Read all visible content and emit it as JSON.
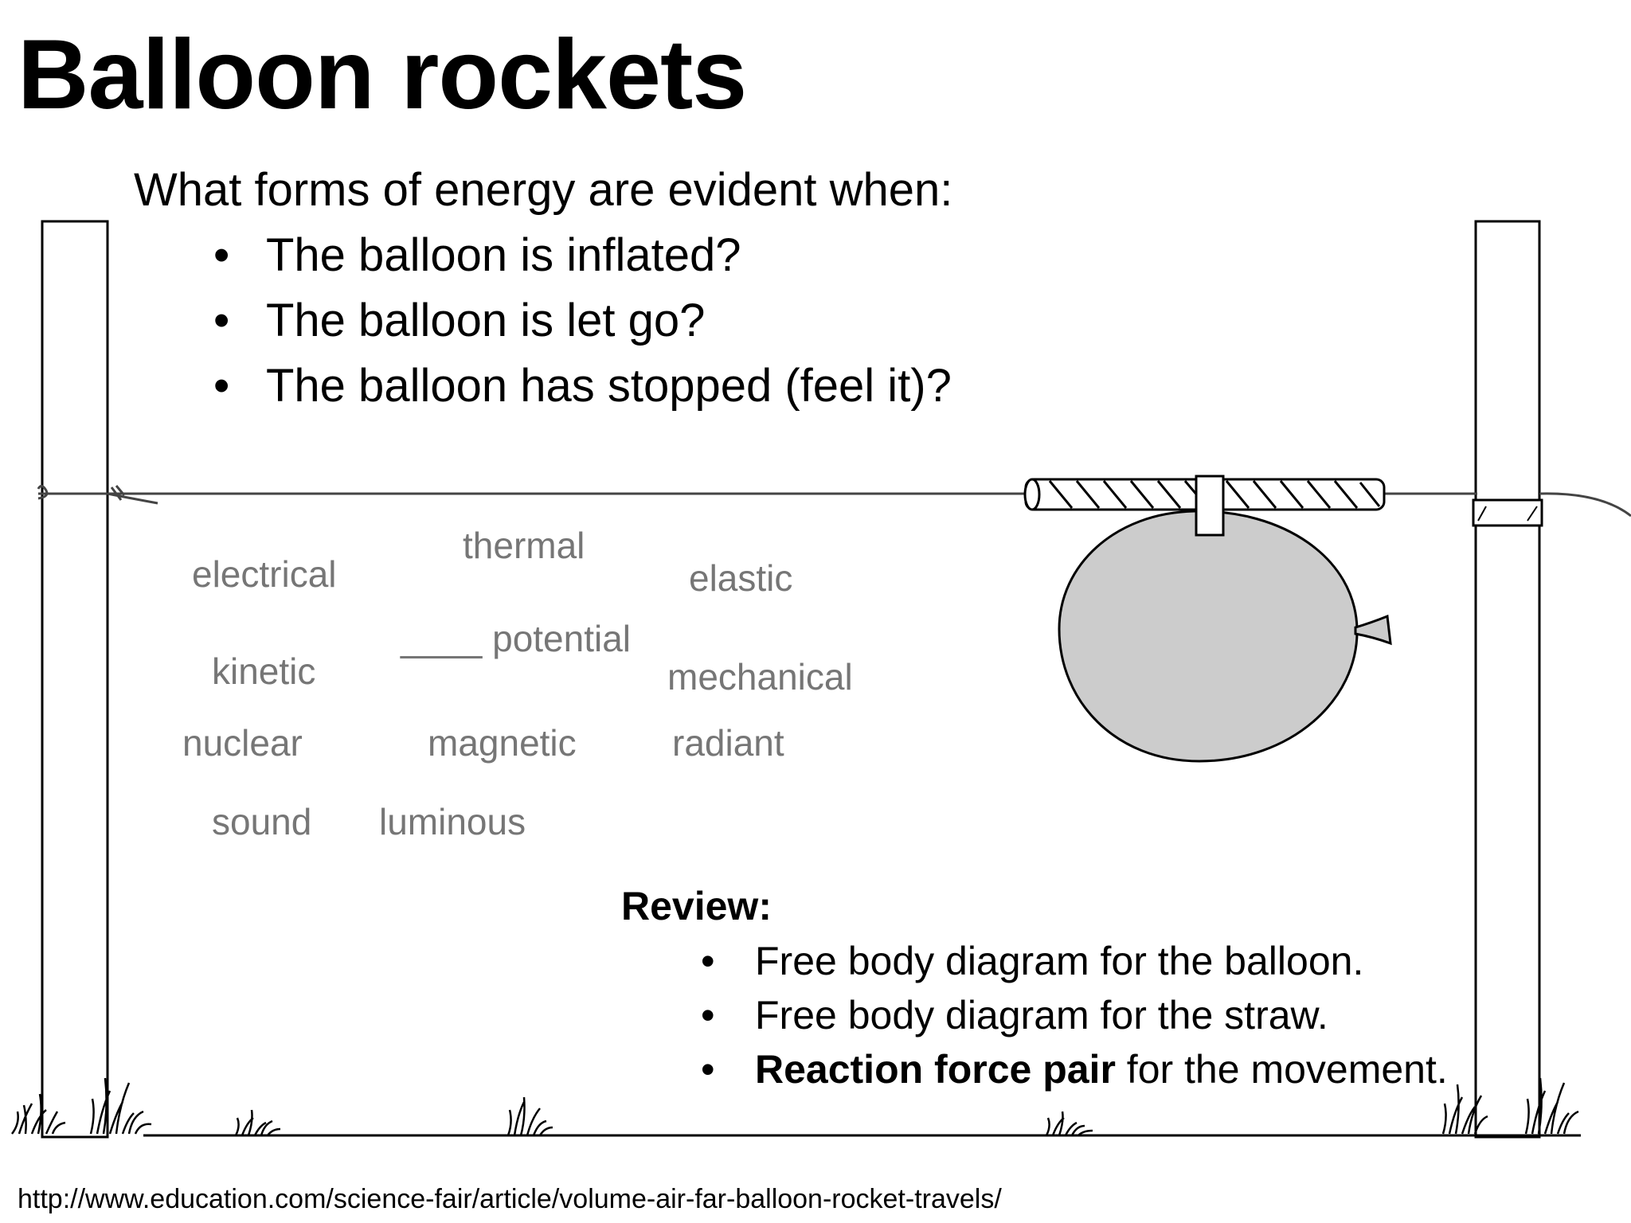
{
  "slide": {
    "title": "Balloon rockets",
    "question": "What forms of energy are evident when:",
    "question_items": [
      "The balloon is inflated?",
      "The balloon is let go?",
      "The balloon has stopped (feel it)?"
    ],
    "bullet": "•",
    "energy_words": {
      "thermal": "thermal",
      "electrical": "electrical",
      "elastic": "elastic",
      "potential": "____ potential",
      "kinetic": "kinetic",
      "mechanical": "mechanical",
      "nuclear": "nuclear",
      "magnetic": "magnetic",
      "radiant": "radiant",
      "sound": "sound",
      "luminous": "luminous"
    },
    "review": {
      "heading": "Review:",
      "items": [
        {
          "bold": "",
          "text": "Free body diagram for the balloon."
        },
        {
          "bold": "",
          "text": "Free body diagram for the straw."
        },
        {
          "bold": "Reaction force pair",
          "text": " for the movement."
        }
      ]
    },
    "source_url": "http://www.education.com/science-fair/article/volume-air-far-balloon-rocket-travels/"
  },
  "colors": {
    "word_gray": "#767676",
    "balloon_fill": "#cccccc",
    "line": "#000000"
  }
}
